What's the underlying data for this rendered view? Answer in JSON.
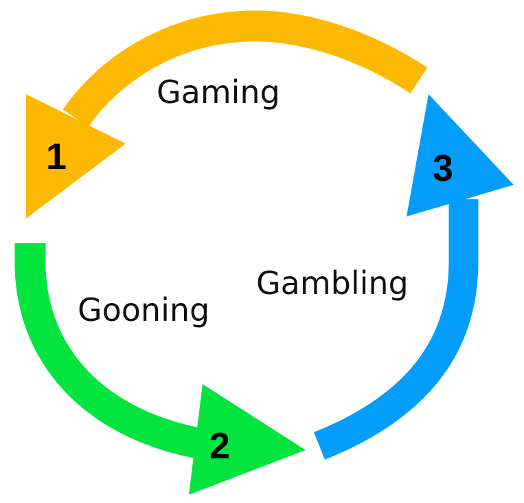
{
  "diagram": {
    "type": "cycle",
    "steps": [
      {
        "number": "1",
        "label": "Gaming",
        "color": "#FDB902"
      },
      {
        "number": "2",
        "label": "Gooning",
        "color": "#03E43F"
      },
      {
        "number": "3",
        "label": "Gambling",
        "color": "#049DFC"
      }
    ],
    "flow": [
      "Gaming -> 1",
      "Gooning -> 2",
      "Gambling -> 3"
    ]
  },
  "colors": {
    "background": "#FFFFFF",
    "text": "#111111"
  }
}
